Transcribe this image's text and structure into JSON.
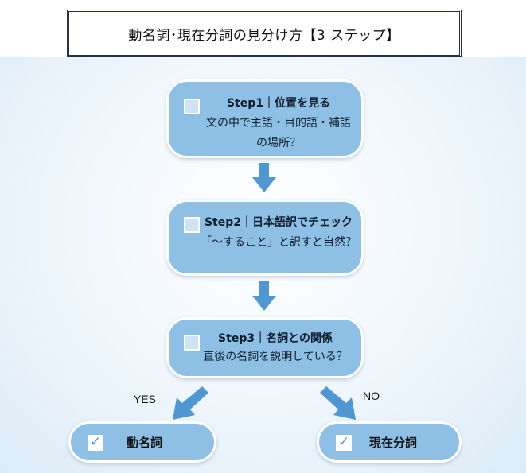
{
  "title": "動名詞･現在分詞の見分け方【3 ステップ】",
  "steps": [
    {
      "head": "Step1｜位置を見る",
      "lines": [
        "文の中で主語・目的語・補語",
        "の場所？"
      ]
    },
    {
      "head": "Step2｜日本語訳でチェック",
      "lines": [
        "「～すること」と訳すと自然？"
      ]
    },
    {
      "head": "Step3｜名詞との関係",
      "lines": [
        "直後の名詞を説明している？"
      ]
    }
  ],
  "branches": {
    "yes": "YES",
    "no": "NO"
  },
  "results": {
    "left": "動名詞",
    "right": "現在分詞"
  },
  "colors": {
    "box_fill": "#8ec0e6",
    "arrow": "#4f97d3",
    "title_border": "#22324d"
  }
}
